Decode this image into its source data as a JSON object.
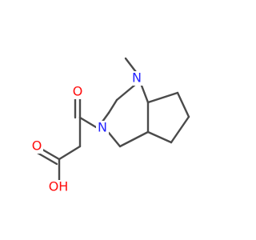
{
  "molecule": {
    "atoms": {
      "n_bridge": {
        "symbol": "N",
        "color": "#2323ff"
      },
      "n_ring": {
        "symbol": "N",
        "color": "#2323ff"
      },
      "o_carbonyl": {
        "symbol": "O",
        "color": "#ff0d0d"
      },
      "o_acid_carbonyl": {
        "symbol": "O",
        "color": "#ff0d0d"
      },
      "oh_acid": {
        "symbol": "OH",
        "color": "#ff0d0d"
      }
    },
    "bond_color": "#4a4a4a",
    "background": "#ffffff"
  }
}
